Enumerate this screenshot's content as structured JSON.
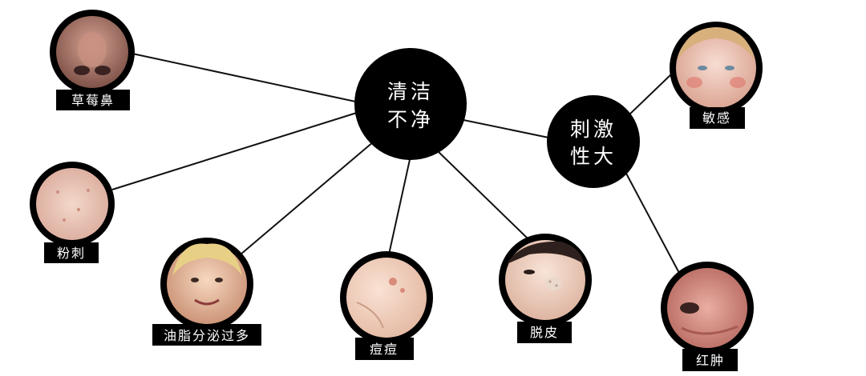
{
  "hubs": [
    {
      "id": "cleaning",
      "line1": "清洁",
      "line2": "不净"
    },
    {
      "id": "irritation",
      "line1": "刺激",
      "line2": "性大"
    }
  ],
  "nodes": [
    {
      "id": "strawberry-nose",
      "label": "草莓鼻",
      "icon": "nose-closeup-icon",
      "skin": "#b8847a"
    },
    {
      "id": "comedone",
      "label": "粉刺",
      "icon": "skin-closeup-icon",
      "skin": "#e7c4b3"
    },
    {
      "id": "excess-oil",
      "label": "油脂分泌过多",
      "icon": "face-portrait-icon",
      "skin": "#f0c9a9"
    },
    {
      "id": "acne",
      "label": "痘痘",
      "icon": "cheek-acne-icon",
      "skin": "#f4d2be"
    },
    {
      "id": "peeling",
      "label": "脱皮",
      "icon": "face-peeling-icon",
      "skin": "#f3d6c6"
    },
    {
      "id": "sensitive",
      "label": "敏感",
      "icon": "red-cheek-face-icon",
      "skin": "#f2c7bb"
    },
    {
      "id": "redness",
      "label": "红肿",
      "icon": "red-nose-icon",
      "skin": "#d9928a"
    }
  ],
  "colors": {
    "background": "#ffffff",
    "circle": "#000000",
    "text": "#ffffff",
    "line": "#111111"
  }
}
